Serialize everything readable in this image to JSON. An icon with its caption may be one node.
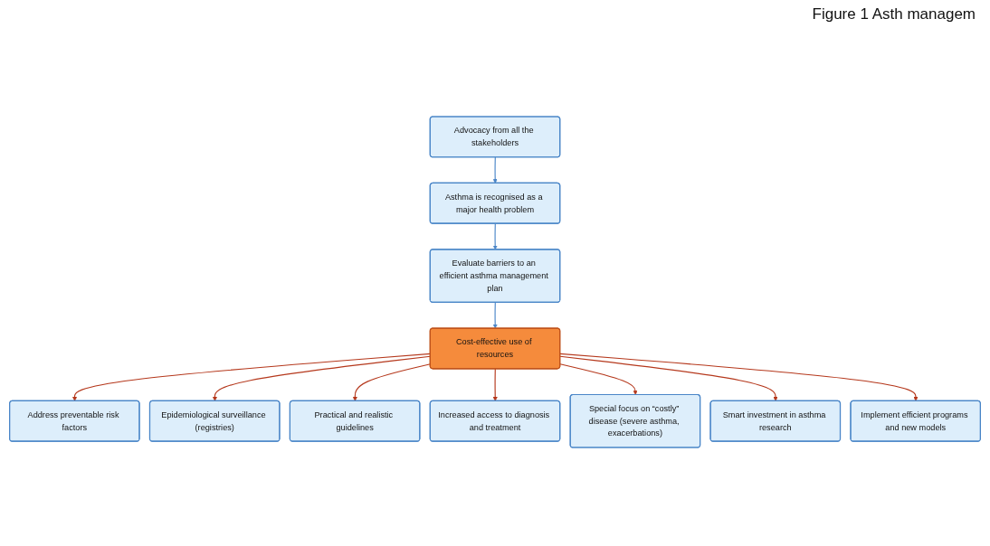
{
  "diagram": {
    "caption": "Figure 1 Asth managem",
    "nodes": [
      {
        "text": [
          "Advocacy from all the stakeholders"
        ]
      },
      {
        "text": [
          "Asthma is recognised as a major health problem"
        ]
      },
      {
        "text": [
          "Evaluate barriers to an efficient asthma management plan"
        ]
      },
      {
        "text": [
          "Address preventable risk factors"
        ]
      },
      {
        "text": [
          "Epidemiological surveillance (registries)"
        ]
      },
      {
        "text": [
          "Cost-effective use of resources"
        ]
      },
      {
        "text": [
          "Practical and realistic guidelines"
        ]
      },
      {
        "text": [
          "Increased access to diagnosis and treatment"
        ]
      },
      {
        "text": [
          "Special focus on “costly” disease (severe asthma, exacerbations)"
        ]
      },
      {
        "text": [
          "Smart investment in asthma research"
        ]
      },
      {
        "text": [
          "Implement efficient programs and new models"
        ]
      }
    ],
    "edges": [
      {
        "from": 0,
        "to": 1,
        "arrow": "to",
        "color": "#4a86c8"
      },
      {
        "from": 1,
        "to": 2,
        "arrow": "to",
        "color": "#4a86c8"
      },
      {
        "from": 2,
        "to": 5,
        "arrow": "to",
        "color": "#4a86c8"
      },
      {
        "from": 5,
        "to": 3,
        "arrow": "to"
      },
      {
        "from": 5,
        "to": 4,
        "arrow": "to"
      },
      {
        "from": 5,
        "to": 6,
        "arrow": "to"
      },
      {
        "from": 5,
        "to": 7,
        "arrow": "to"
      },
      {
        "from": 5,
        "to": 8,
        "arrow": "to"
      },
      {
        "from": 5,
        "to": 9,
        "arrow": "to"
      },
      {
        "from": 5,
        "to": 10,
        "arrow": "to"
      }
    ]
  }
}
